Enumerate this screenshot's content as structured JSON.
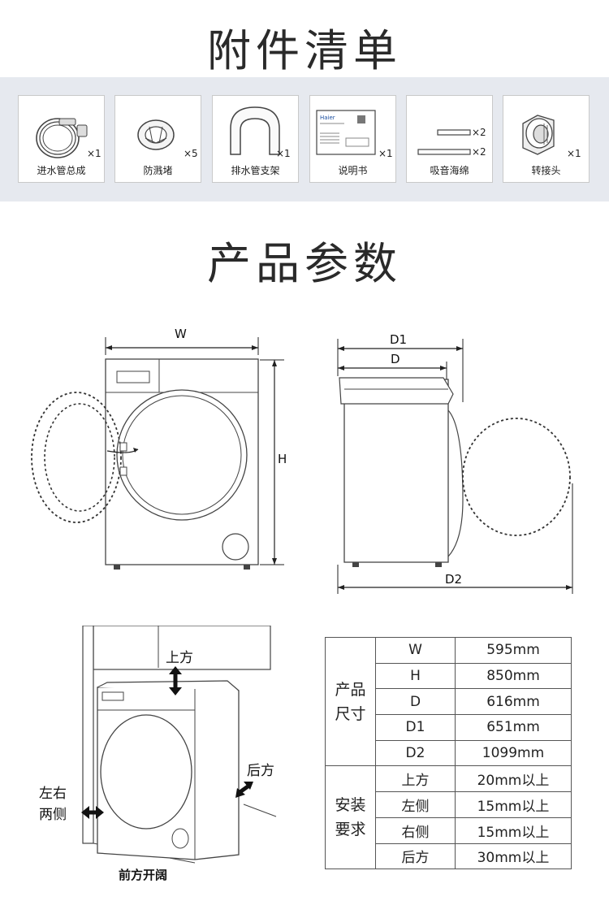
{
  "accessories": {
    "title": "附件清单",
    "items": [
      {
        "label": "进水管总成",
        "qty": "×1",
        "icon": "hose-icon"
      },
      {
        "label": "防溅堵",
        "qty": "×5",
        "icon": "splash-plug-icon"
      },
      {
        "label": "排水管支架",
        "qty": "×1",
        "icon": "drain-bracket-icon"
      },
      {
        "label": "说明书",
        "qty": "×1",
        "icon": "manual-icon",
        "logo": "Haier"
      },
      {
        "label": "吸音海绵",
        "qty_a": "×2",
        "qty_b": "×2",
        "icon": "sponge-icon"
      },
      {
        "label": "转接头",
        "qty": "×1",
        "icon": "adapter-icon"
      }
    ]
  },
  "params": {
    "title": "产品参数",
    "front_labels": {
      "w": "W",
      "h": "H"
    },
    "side_labels": {
      "d1": "D1",
      "d": "D",
      "d2": "D2"
    }
  },
  "install": {
    "top": "上方",
    "left_line1": "左右",
    "left_line2": "两侧",
    "back": "后方",
    "front": "前方开阔"
  },
  "spec_table": {
    "size_group": [
      "产品",
      "尺寸"
    ],
    "size_rows": [
      {
        "key": "W",
        "value": "595mm"
      },
      {
        "key": "H",
        "value": "850mm"
      },
      {
        "key": "D",
        "value": "616mm"
      },
      {
        "key": "D1",
        "value": "651mm"
      },
      {
        "key": "D2",
        "value": "1099mm"
      }
    ],
    "install_group": [
      "安装",
      "要求"
    ],
    "install_rows": [
      {
        "key": "上方",
        "value": "20mm以上"
      },
      {
        "key": "左侧",
        "value": "15mm以上"
      },
      {
        "key": "右侧",
        "value": "15mm以上"
      },
      {
        "key": "后方",
        "value": "30mm以上"
      }
    ]
  }
}
